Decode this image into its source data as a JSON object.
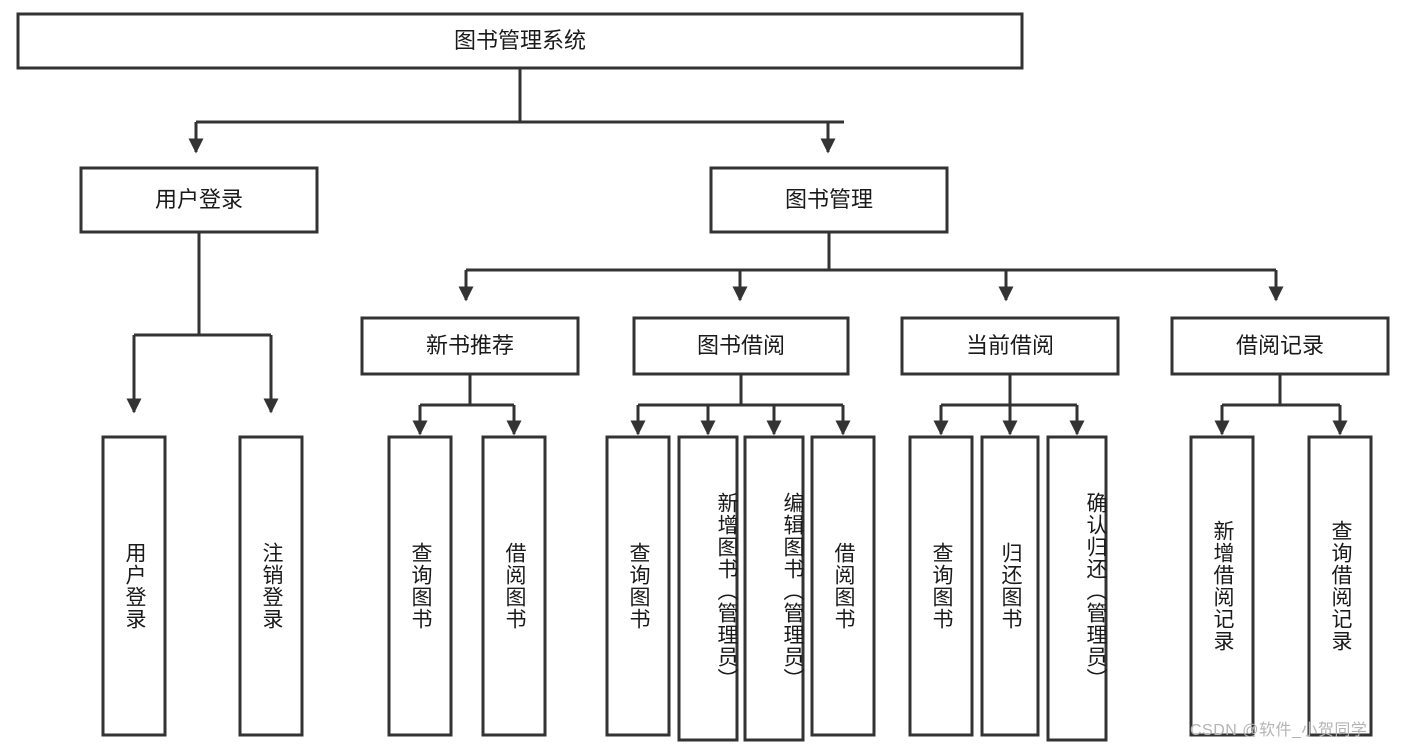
{
  "diagram": {
    "title": "图书管理系统",
    "watermark": "CSDN @软件_小贺同学",
    "colors": {
      "stroke": "#333333",
      "box_fill": "#ffffff",
      "text": "#1a1a1a",
      "background": "#ffffff",
      "watermark": "#b4b4b4"
    },
    "root": {
      "label": "图书管理系统"
    },
    "level2": [
      {
        "label": "用户登录"
      },
      {
        "label": "图书管理"
      }
    ],
    "level3": [
      {
        "label": "新书推荐"
      },
      {
        "label": "图书借阅"
      },
      {
        "label": "当前借阅"
      },
      {
        "label": "借阅记录"
      }
    ],
    "leaves": {
      "user_login": [
        {
          "label": "用户登录"
        },
        {
          "label": "注销登录"
        }
      ],
      "new_book_recommend": [
        {
          "label": "查询图书"
        },
        {
          "label": "借阅图书"
        }
      ],
      "book_borrow": [
        {
          "label": "查询图书"
        },
        {
          "label": "新增图书（管理员）"
        },
        {
          "label": "编辑图书（管理员）"
        },
        {
          "label": "借阅图书"
        }
      ],
      "current_borrow": [
        {
          "label": "查询图书"
        },
        {
          "label": "归还图书"
        },
        {
          "label": "确认归还（管理员）"
        }
      ],
      "borrow_record": [
        {
          "label": "新增借阅记录"
        },
        {
          "label": "查询借阅记录"
        }
      ]
    }
  }
}
